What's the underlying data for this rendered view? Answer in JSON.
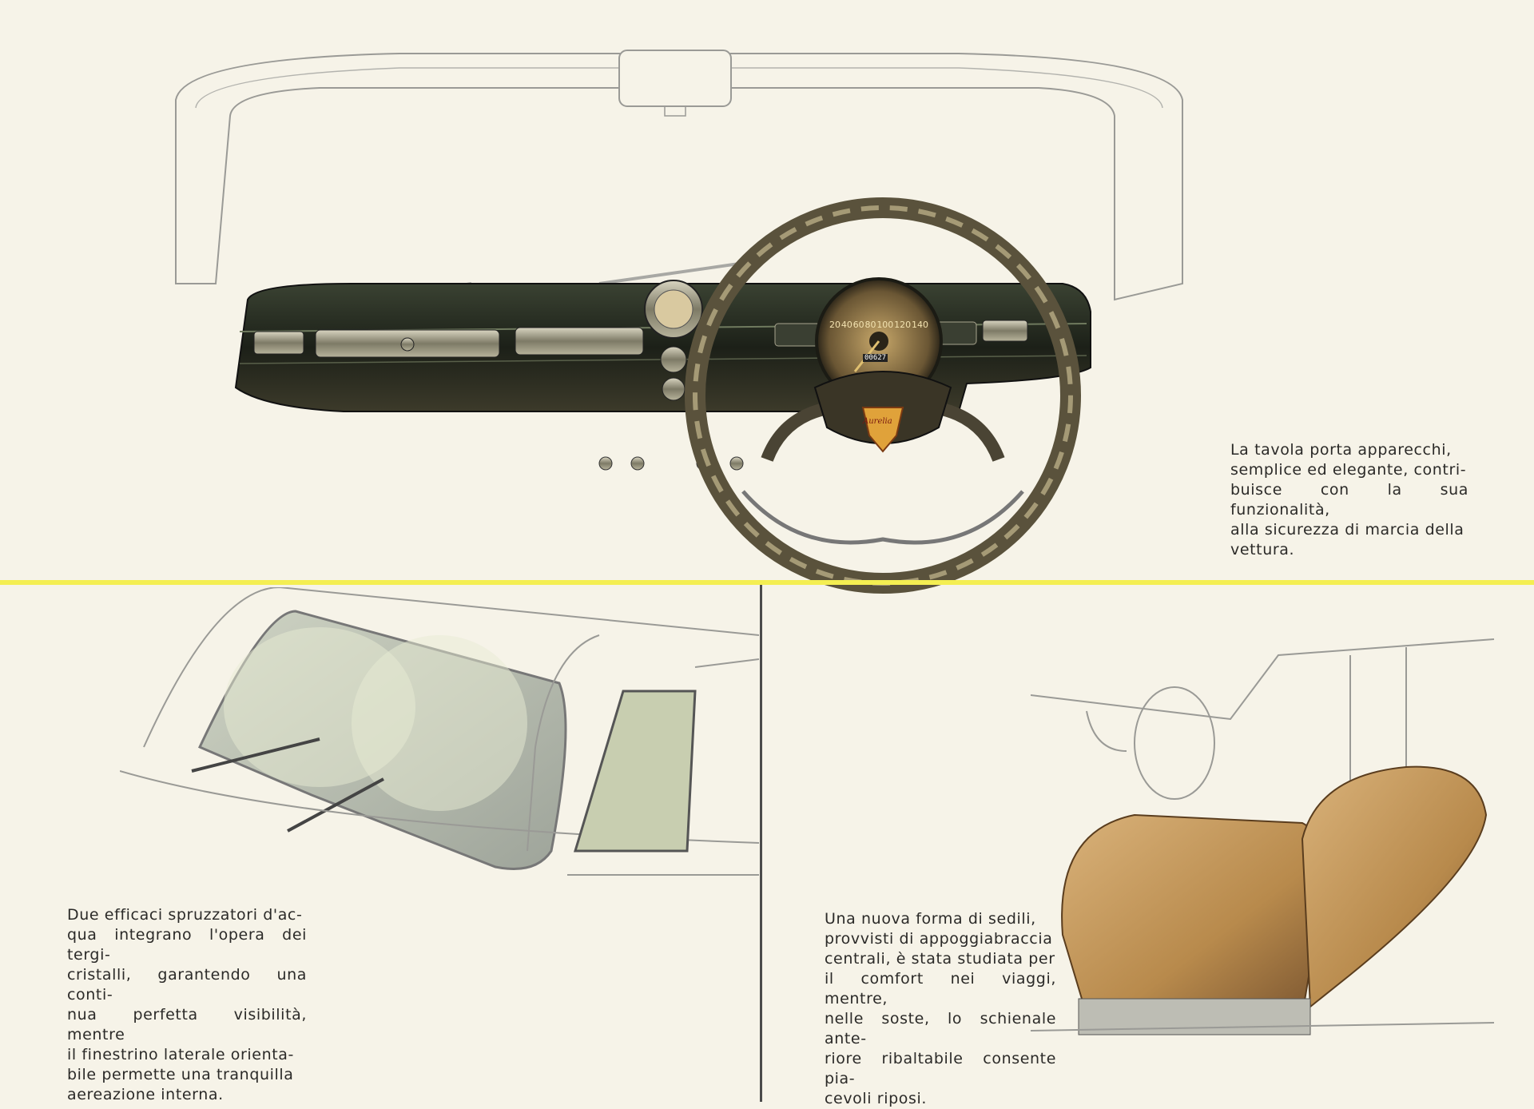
{
  "captions": {
    "dashboard": "La tavola porta apparecchi,\nsemplice ed elegante, contri-\nbuisce con la sua funzionalità,\nalla sicurezza di marcia della\nvettura.",
    "wipers": "Due efficaci spruzzatori d'ac-\nqua integrano l'opera dei tergi-\ncristalli, garantendo una conti-\nnua perfetta visibilità, mentre\nil finestrino laterale orienta-\nbile permette una tranquilla\naereazione interna.",
    "seats": "Una nuova forma di sedili,\nprovvisti di appoggiabraccia\ncentrali, è stata studiata per\nil comfort nei viaggi, mentre,\nnelle soste, lo schienale ante-\nriore ribaltabile consente pia-\ncevoli riposi."
  },
  "speedometer": {
    "ticks": [
      "20",
      "40",
      "60",
      "80",
      "100",
      "120",
      "140"
    ],
    "odometer": "00627"
  },
  "badge": "Aurelia",
  "colors": {
    "paper": "#f6f3e8",
    "divider_yellow": "#f4ee52",
    "dashboard_dark": "#1f231c",
    "seat_tan": "#b88a4c"
  }
}
